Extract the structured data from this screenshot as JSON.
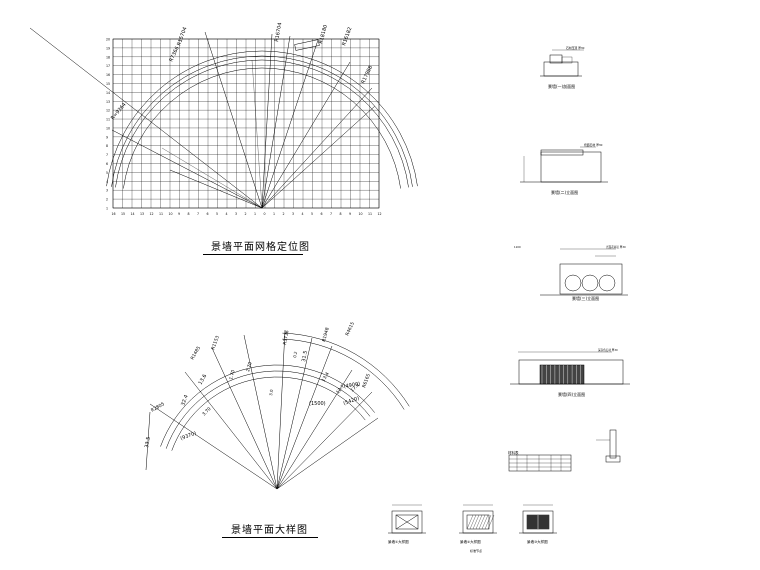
{
  "grid_plan": {
    "title": "景墙平面网格定位图",
    "row_labels": [
      "1",
      "2",
      "3",
      "4",
      "5",
      "6",
      "7",
      "8",
      "9",
      "10",
      "11",
      "12",
      "13",
      "14",
      "15",
      "16",
      "17",
      "18",
      "19",
      "20"
    ],
    "col_labels": [
      "16",
      "15",
      "14",
      "13",
      "12",
      "11",
      "10",
      "9",
      "8",
      "7",
      "6",
      "5",
      "4",
      "3",
      "2",
      "1",
      "0",
      "1",
      "2",
      "3",
      "4",
      "5",
      "6",
      "7",
      "8",
      "9",
      "10",
      "11",
      "12"
    ],
    "radius_labels": [
      "R=9364",
      "R7366",
      "R15704",
      "R16704",
      "R18180",
      "R16182",
      "R17988"
    ]
  },
  "detail_plan": {
    "title": "景墙平面大样图",
    "dims": [
      "R2805",
      "R1485",
      "R1153",
      "R3736",
      "R1948",
      "R6165",
      "R4615",
      "33.5",
      "32.4",
      "13.6",
      "31.5",
      "(9370)",
      "(1500)",
      "(4900)",
      "(5420)",
      "3.70",
      "1.70",
      "2.70",
      "13.4",
      "12.7",
      "17.4",
      "3.0",
      "0.2"
    ]
  },
  "elevations": [
    {
      "title": "景墙(一)剖面图",
      "note": "石材压顶 厚30"
    },
    {
      "title": "景墙(二)立面图",
      "note": "烧面石材 厚30"
    },
    {
      "title": "景墙(三)立面图",
      "note": "光面花岗岩 厚30"
    },
    {
      "title": "景墙(四)立面图",
      "note": "深灰色石材 厚30"
    }
  ],
  "small_details": [
    {
      "title": "景墙①大样图"
    },
    {
      "title": "景墙②大样图",
      "sub": "标准节点"
    },
    {
      "title": "景墙③大样图"
    }
  ],
  "legend_table_title": "材料表"
}
